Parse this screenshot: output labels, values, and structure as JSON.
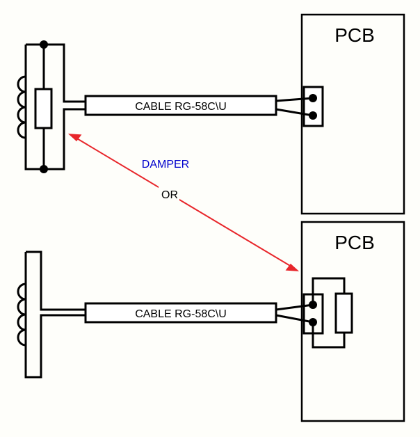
{
  "diagram": {
    "top": {
      "pcb_label": "PCB",
      "cable_label": "CABLE RG-58C\\U",
      "damper_location": "at coil"
    },
    "bottom": {
      "pcb_label": "PCB",
      "cable_label": "CABLE RG-58C\\U",
      "damper_location": "on PCB"
    },
    "annotation": {
      "damper_label": "DAMPER",
      "or_label": "OR"
    },
    "colors": {
      "line": "#000000",
      "arrow": "#e8262b",
      "damper_text": "#0000cc",
      "background": "#fefefa"
    }
  }
}
